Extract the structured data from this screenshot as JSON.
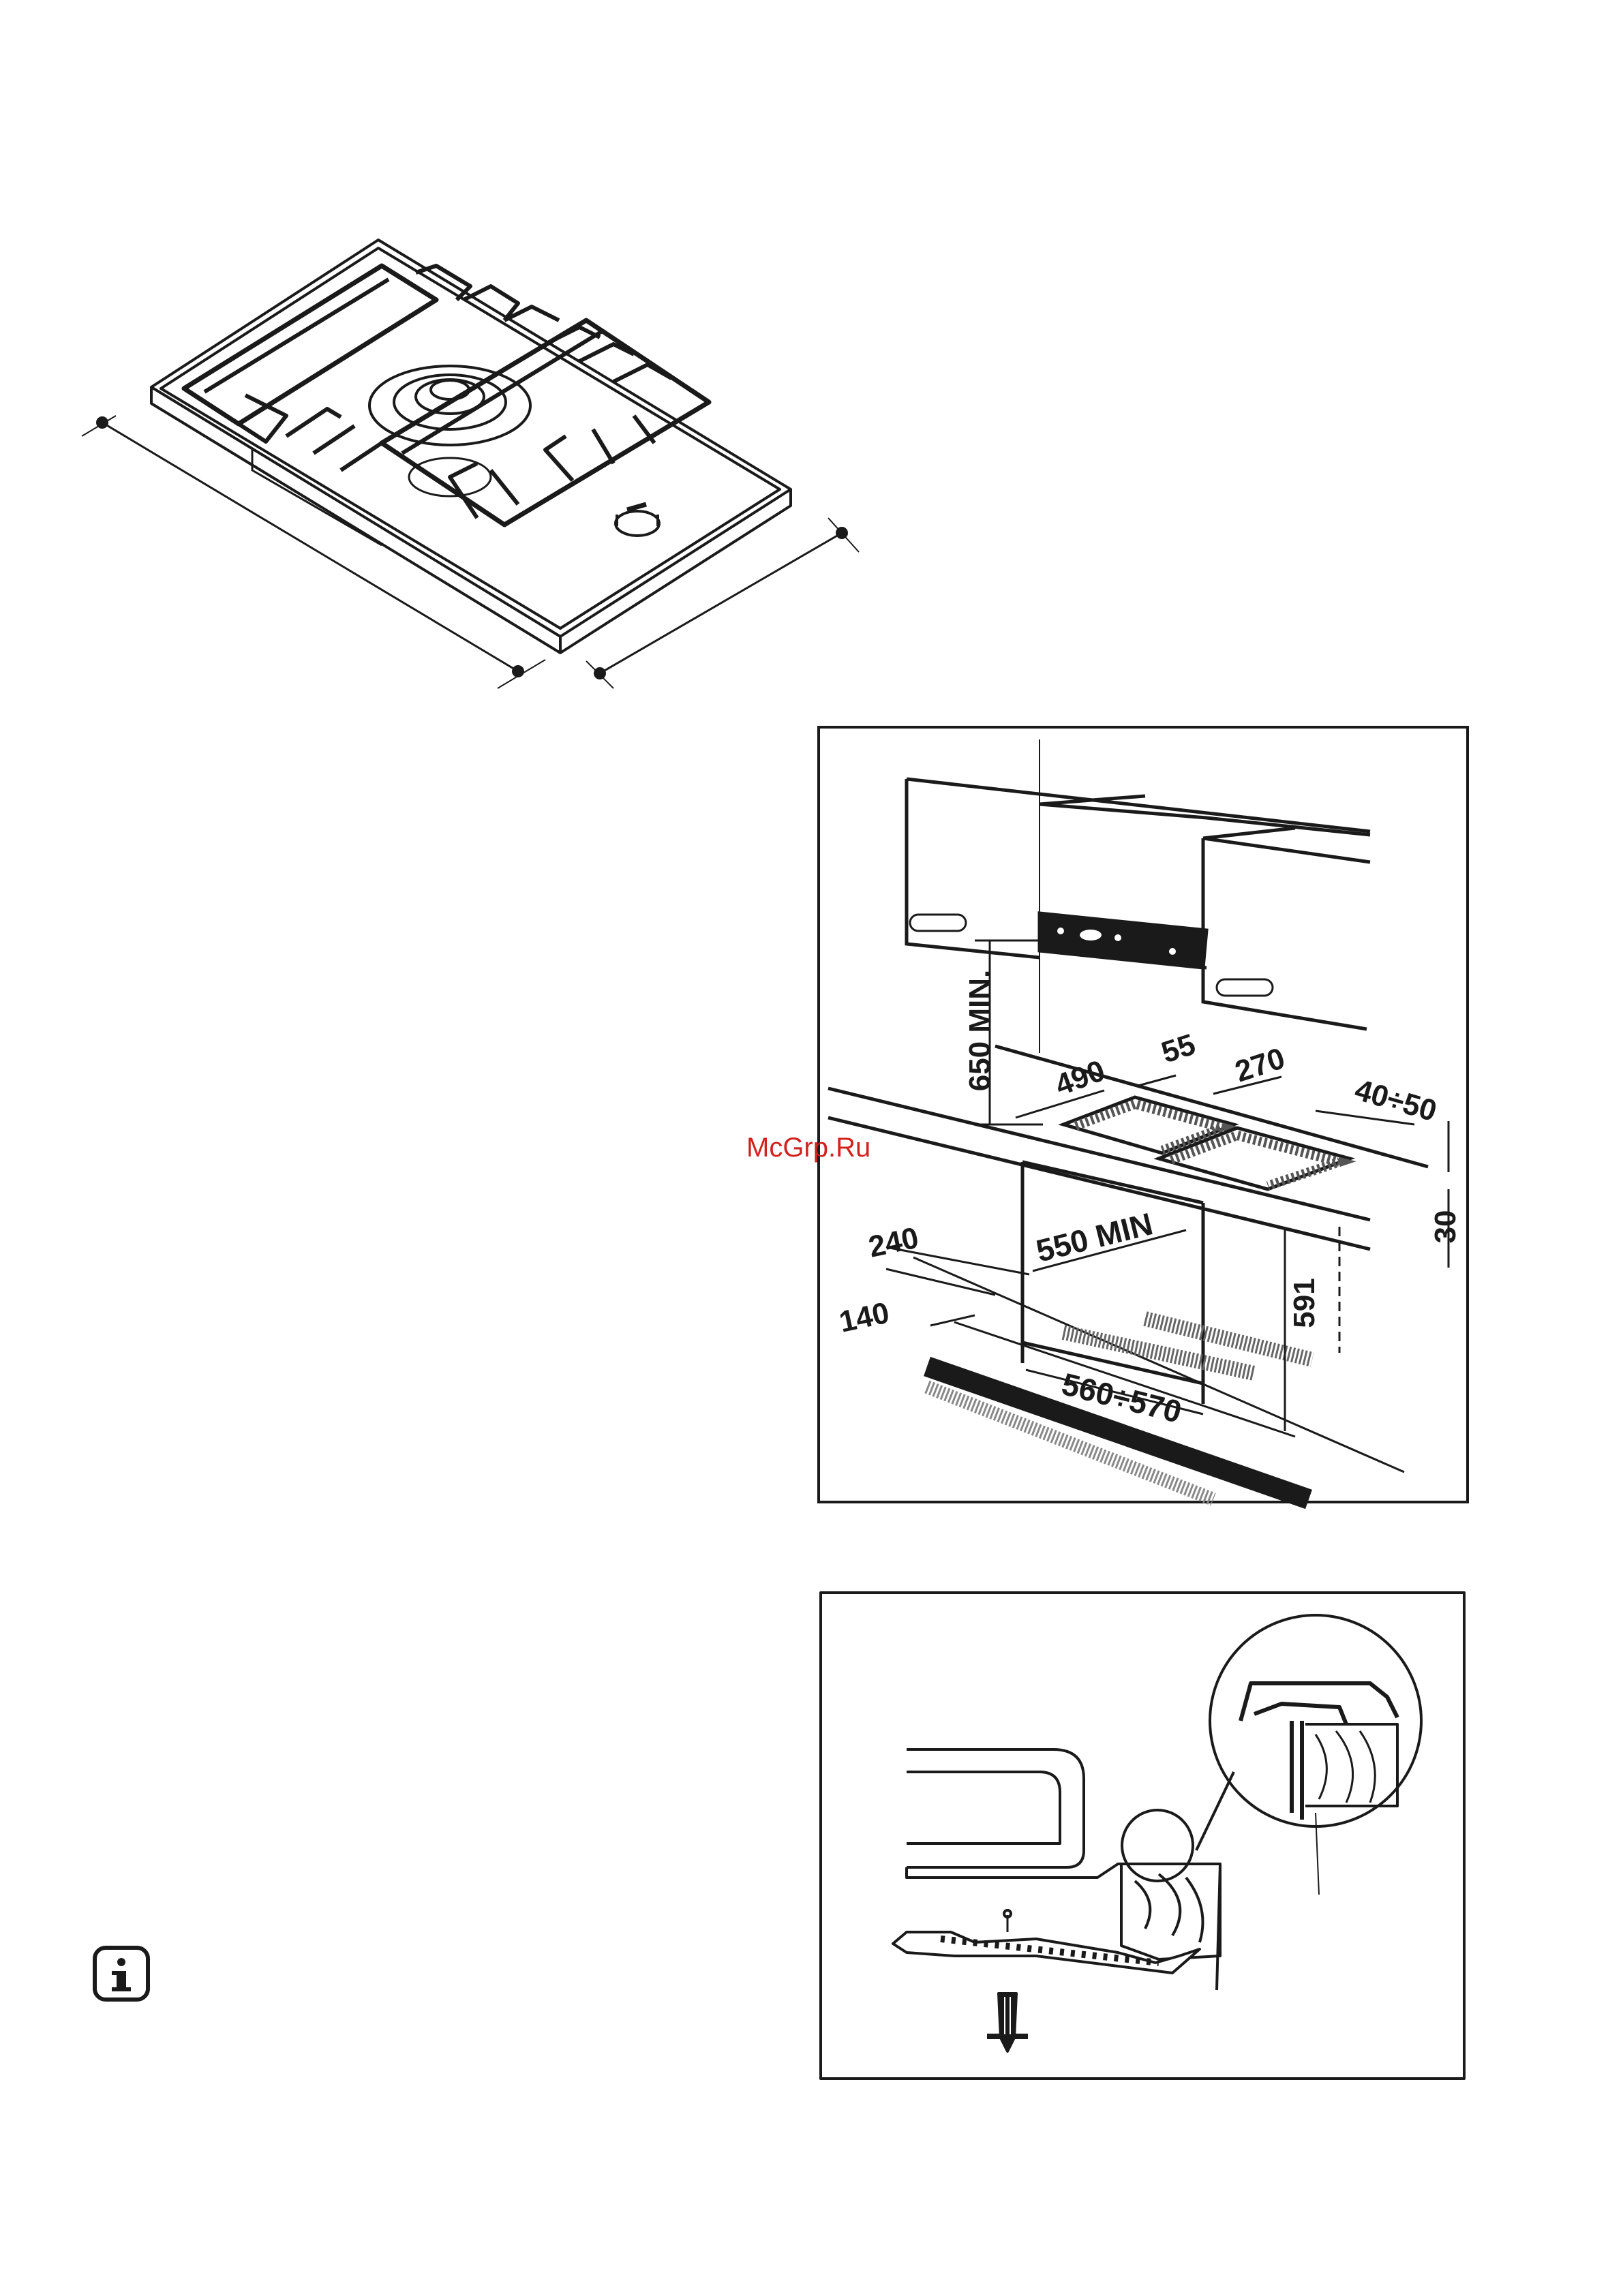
{
  "watermark": "McGrp.Ru",
  "figure_cooktop": {},
  "figure_installation": {
    "dimensions": {
      "hood_clearance": "650 MIN.",
      "cutout_depth": "490",
      "cutout_offset": "55",
      "cutout_width": "270",
      "worktop_thickness_range": "40÷50",
      "front_edge": "30",
      "cabinet_depth": "550 MIN",
      "depth_240": "240",
      "depth_140": "140",
      "cabinet_height": "591",
      "cabinet_width": "560÷570"
    }
  },
  "figure_fixing": {},
  "info_icon": "info-icon",
  "colors": {
    "line": "#1a1a1a",
    "watermark": "#d0231e"
  }
}
